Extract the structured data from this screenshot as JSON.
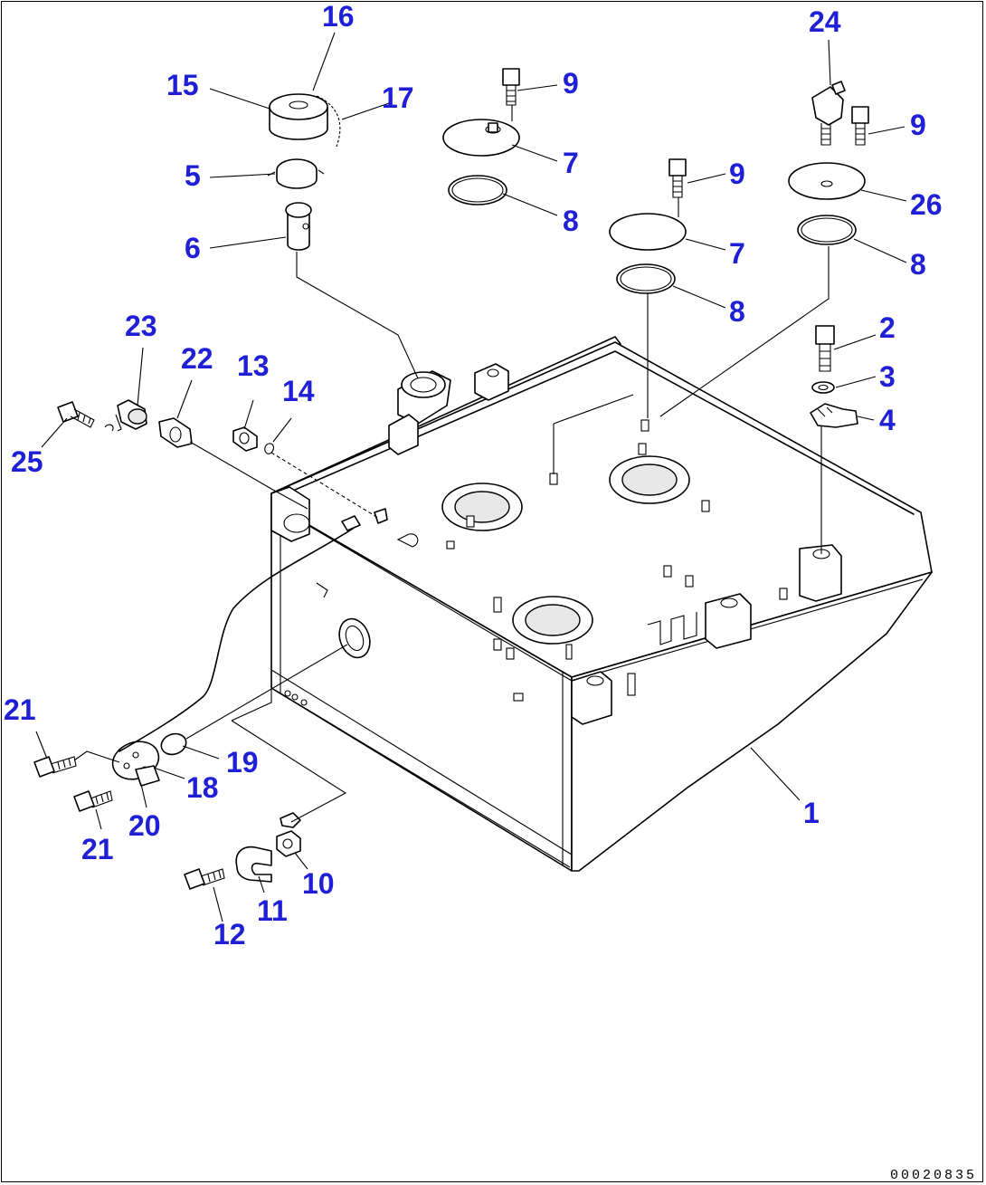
{
  "drawing_number": "00020835",
  "callouts": {
    "c1": "1",
    "c2": "2",
    "c3": "3",
    "c4": "4",
    "c5": "5",
    "c6": "6",
    "c7a": "7",
    "c7b": "7",
    "c8a": "8",
    "c8b": "8",
    "c8c": "8",
    "c9a": "9",
    "c9b": "9",
    "c9c": "9",
    "c10": "10",
    "c11": "11",
    "c12": "12",
    "c13": "13",
    "c14": "14",
    "c15": "15",
    "c16": "16",
    "c17": "17",
    "c18": "18",
    "c19": "19",
    "c20": "20",
    "c21a": "21",
    "c21b": "21",
    "c22": "22",
    "c23": "23",
    "c24": "24",
    "c25": "25",
    "c26": "26"
  }
}
